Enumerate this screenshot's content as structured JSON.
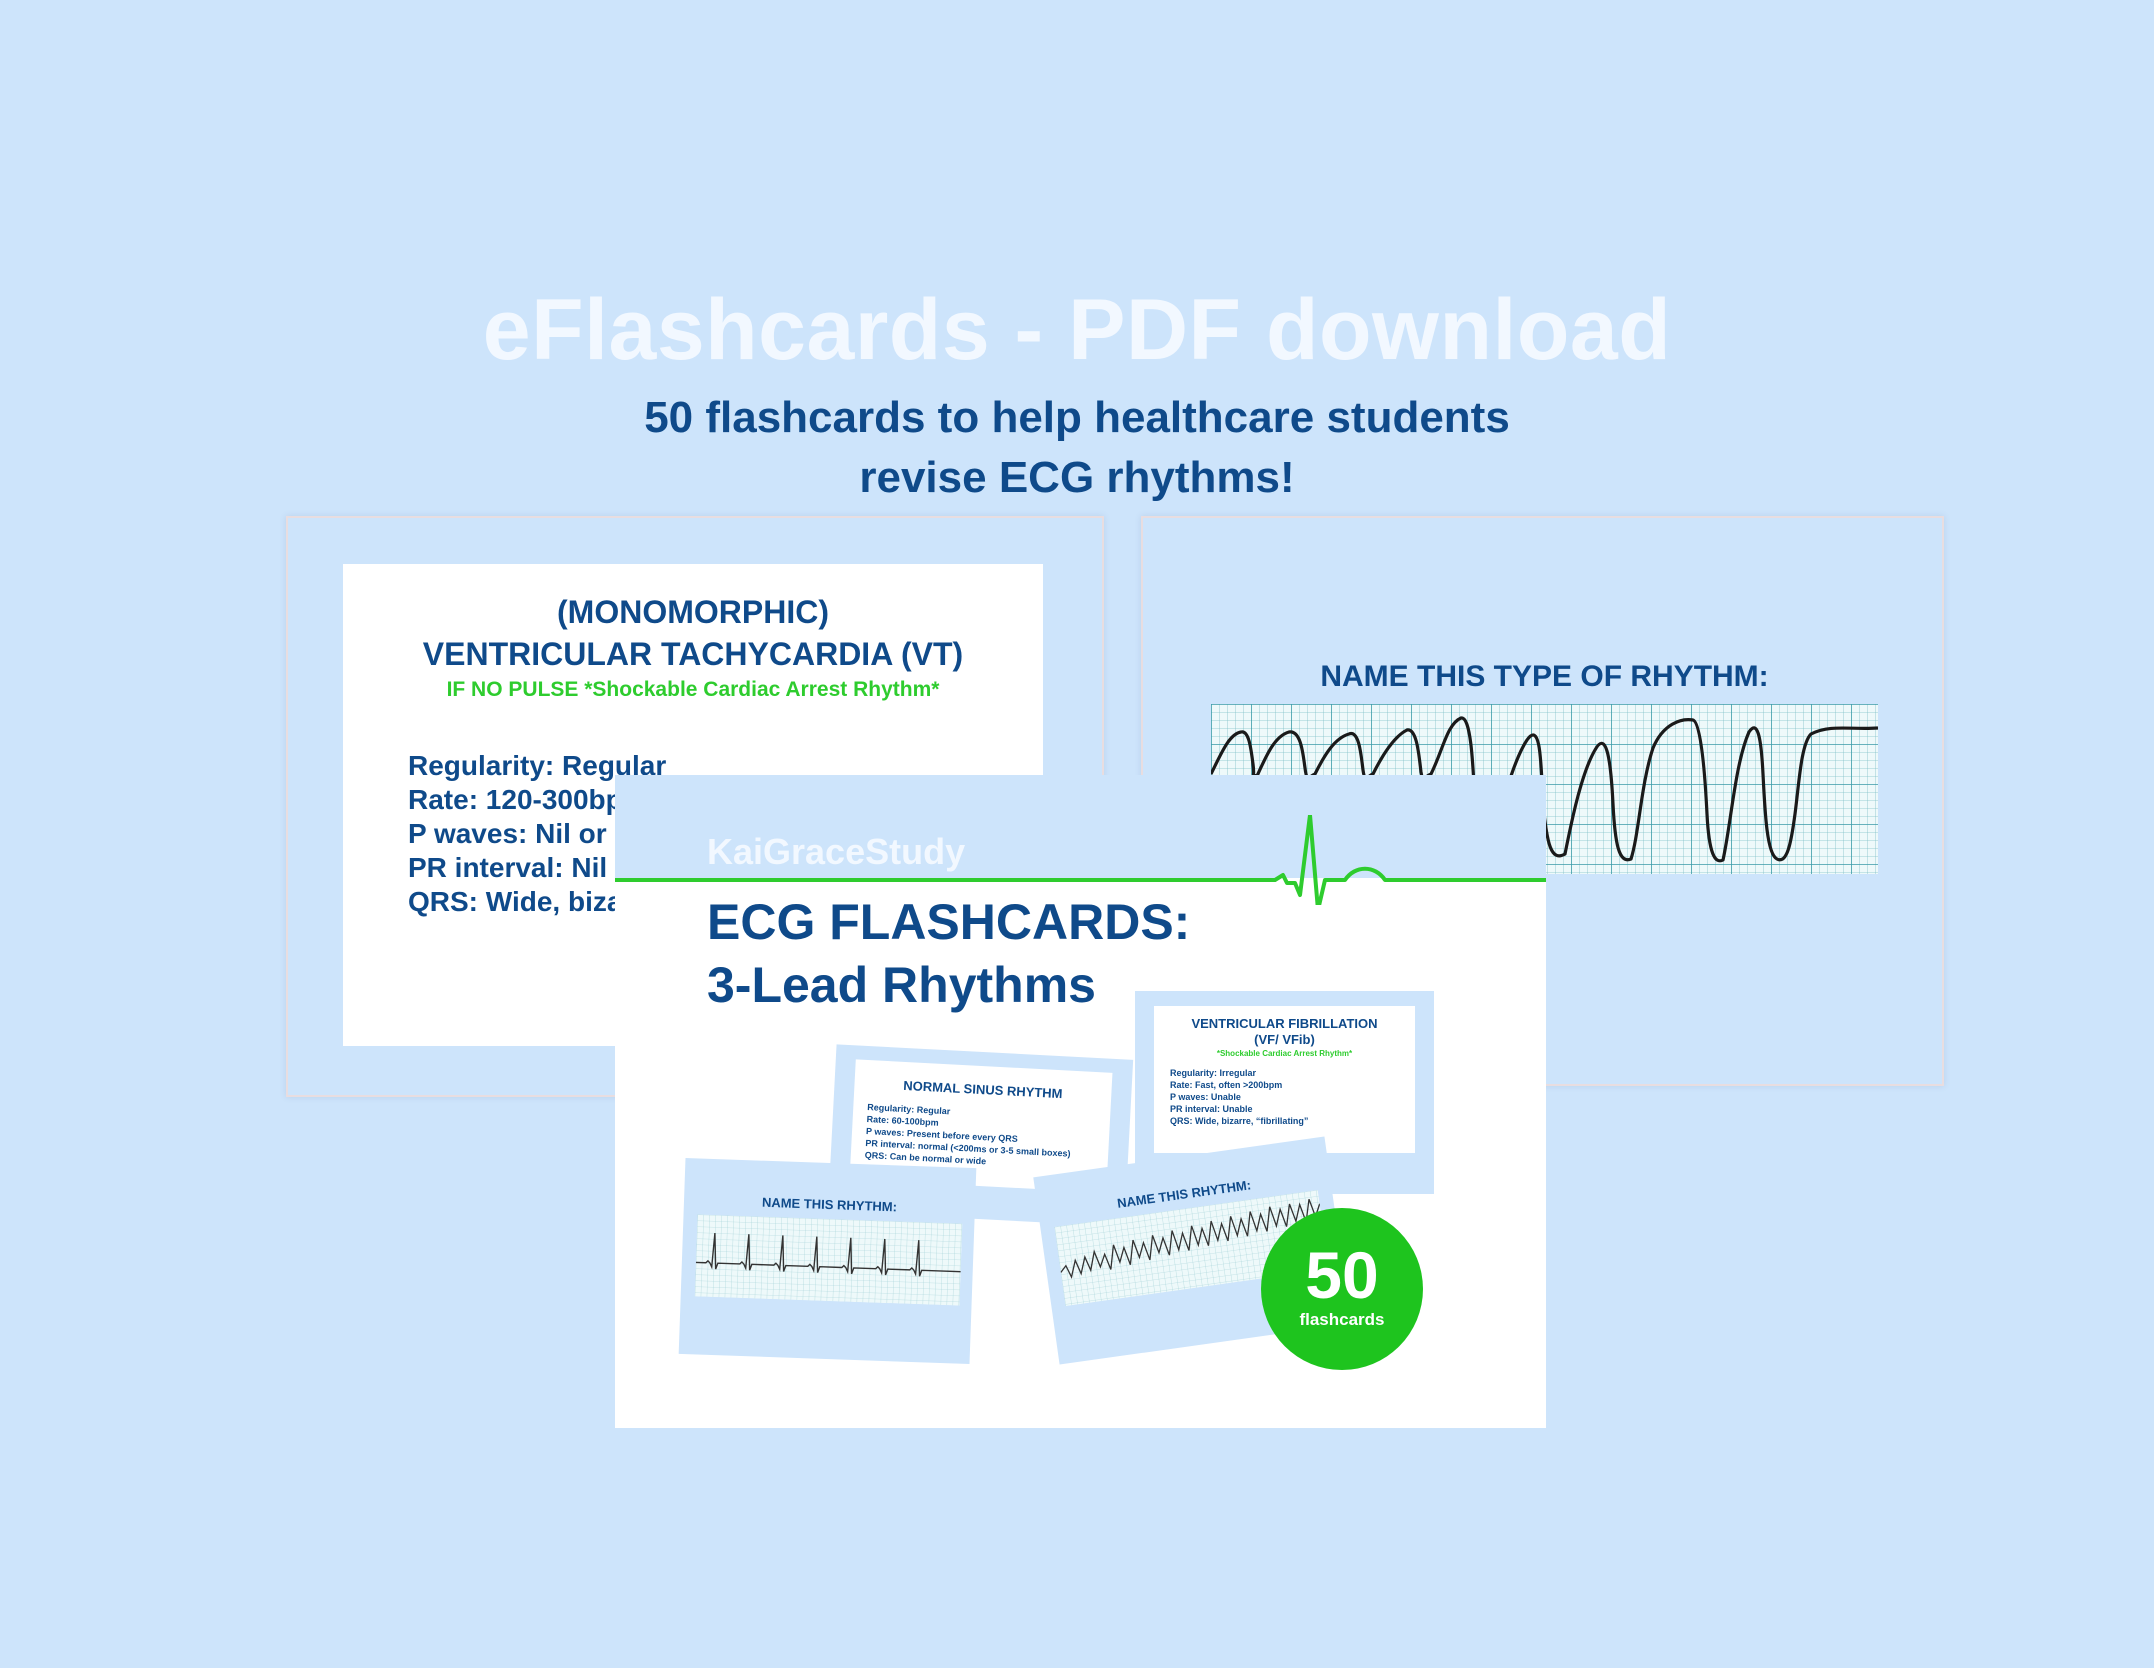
{
  "header": {
    "title": "eFlashcards - PDF download",
    "subtitle_line1": "50 flashcards to help healthcare students",
    "subtitle_line2": "revise ECG rhythms!"
  },
  "left_card": {
    "title_line1": "(MONOMORPHIC)",
    "title_line2": "VENTRICULAR TACHYCARDIA (VT)",
    "note": "IF NO PULSE *Shockable Cardiac Arrest Rhythm*",
    "lines": [
      "Regularity: Regular",
      "Rate: 120-300bp",
      "P waves: Nil or",
      "PR interval: Nil",
      "QRS: Wide, biza"
    ]
  },
  "right_card": {
    "prompt": "NAME THIS TYPE OF RHYTHM:"
  },
  "cover": {
    "brand": "KaiGraceStudy",
    "title_line1": "ECG FLASHCARDS:",
    "title_line2": "3-Lead Rhythms",
    "badge_number": "50",
    "badge_label": "flashcards",
    "vf_card": {
      "title_line1": "VENTRICULAR FIBRILLATION",
      "title_line2": "(VF/ VFib)",
      "note": "*Shockable Cardiac Arrest Rhythm*",
      "lines": [
        "Regularity: Irregular",
        "Rate: Fast, often >200bpm",
        "P waves: Unable",
        "PR interval: Unable",
        "QRS: Wide, bizarre, “fibrillating”"
      ]
    },
    "nsr_card": {
      "title": "NORMAL SINUS RHYTHM",
      "lines": [
        "Regularity: Regular",
        "Rate: 60-100bpm",
        "P waves: Present before every QRS",
        "PR interval: normal (<200ms or 3-5 small boxes)",
        "QRS: Can be normal or wide"
      ]
    },
    "mini_left_prompt": "NAME THIS RHYTHM:",
    "mini_right_prompt": "NAME THIS RHYTHM:"
  },
  "colors": {
    "background": "#cde4fb",
    "navy": "#0f4a8a",
    "green": "#2ecc2e",
    "headline": "#f2f8ff"
  }
}
